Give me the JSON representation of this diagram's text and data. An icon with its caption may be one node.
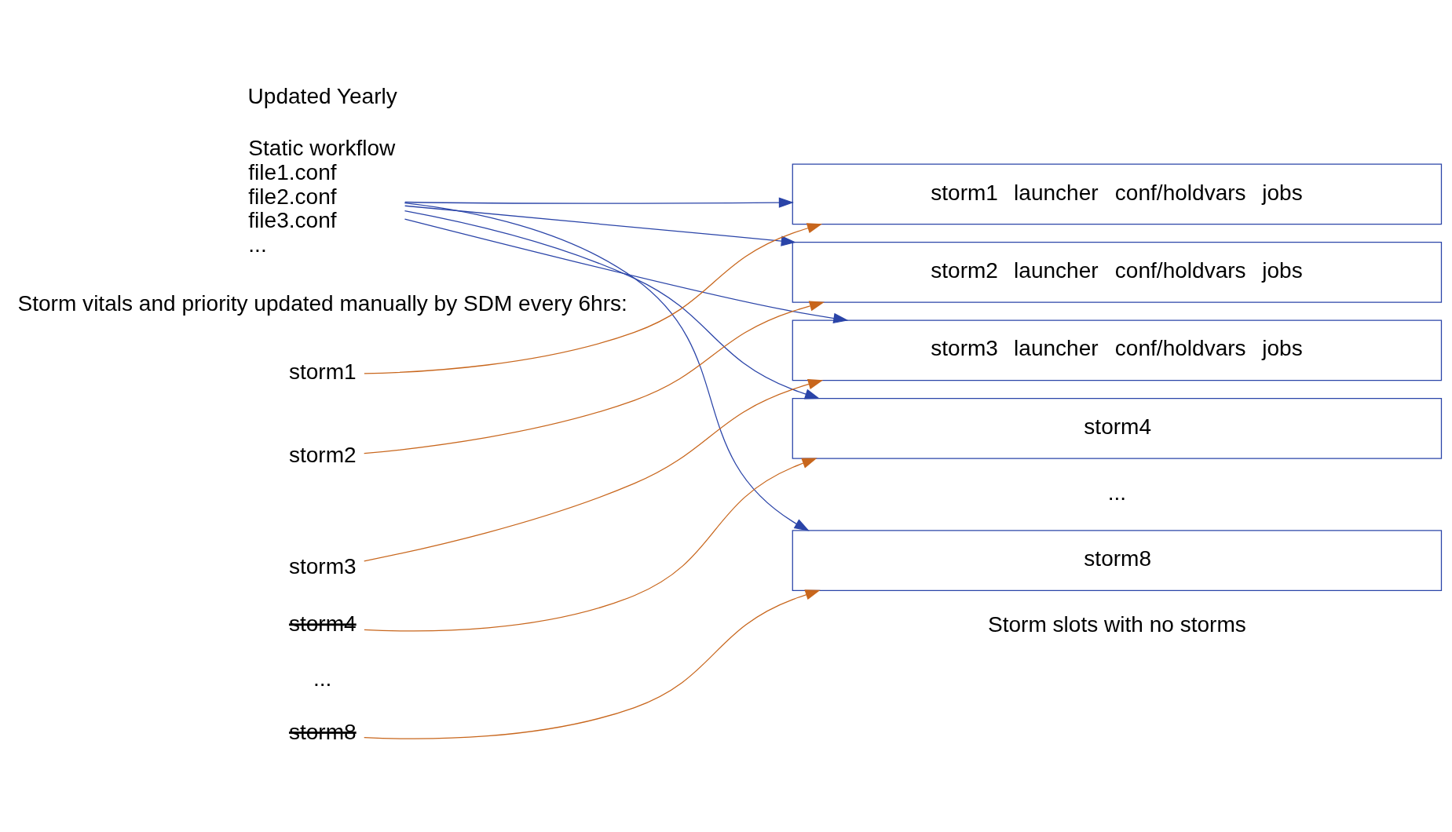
{
  "diagram": {
    "nodes": [
      {
        "text": [
          "Static workflow",
          "file1.conf",
          "file2.conf",
          "file3.conf",
          "..."
        ]
      },
      {
        "text": [
          "storm1",
          "launcher",
          "conf/holdvars",
          "jobs"
        ]
      },
      {
        "text": [
          "storm2",
          "launcher",
          "conf/holdvars",
          "jobs"
        ]
      },
      {
        "text": [
          "storm3",
          "launcher",
          "conf/holdvars",
          "jobs"
        ]
      },
      {
        "text": [
          "storm4"
        ]
      },
      {
        "text": [
          "storm8"
        ]
      },
      {
        "text": [
          "storm1"
        ]
      },
      {
        "text": [
          "storm2"
        ]
      },
      {
        "text": [
          "storm3"
        ]
      },
      {
        "text": [
          "storm4"
        ]
      },
      {
        "text": [
          "storm8"
        ]
      }
    ],
    "edges": [
      {
        "from": 0,
        "to": 1,
        "arrow": "to",
        "color": "#2a44a8"
      },
      {
        "from": 0,
        "to": 2,
        "arrow": "to",
        "color": "#2a44a8"
      },
      {
        "from": 0,
        "to": 3,
        "arrow": "to",
        "color": "#2a44a8"
      },
      {
        "from": 0,
        "to": 4,
        "arrow": "to",
        "color": "#2a44a8"
      },
      {
        "from": 0,
        "to": 5,
        "arrow": "to",
        "color": "#2a44a8"
      },
      {
        "from": 6,
        "to": 1,
        "arrow": "to",
        "color": "#c8661c"
      },
      {
        "from": 7,
        "to": 2,
        "arrow": "to",
        "color": "#c8661c"
      },
      {
        "from": 8,
        "to": 3,
        "arrow": "to",
        "color": "#c8661c"
      },
      {
        "from": 9,
        "to": 4,
        "arrow": "to",
        "color": "#c8661c"
      },
      {
        "from": 10,
        "to": 5,
        "arrow": "to",
        "color": "#c8661c"
      }
    ],
    "labels": [
      "Updated Yearly",
      "...",
      "Storm vitals and priority updated manually by SDM every 6hrs:",
      "...",
      "Storm slots with no storms"
    ]
  }
}
